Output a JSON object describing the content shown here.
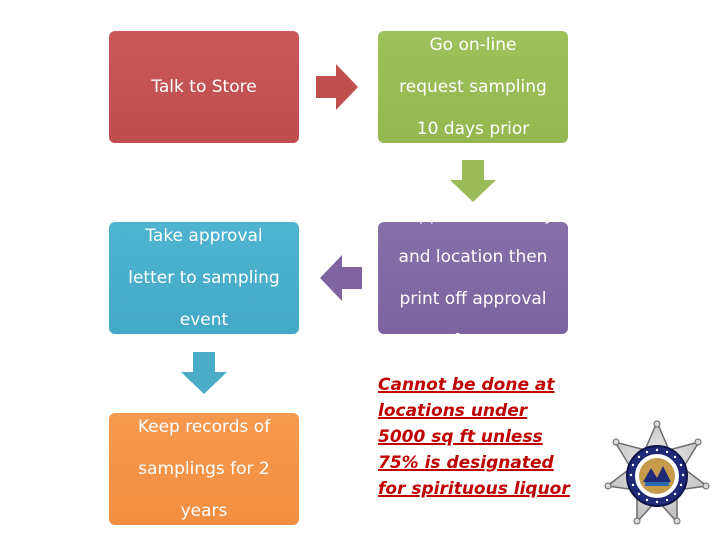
{
  "steps": {
    "talk_to_store": "Talk to Store",
    "go_online": [
      "Go on-line",
      "request sampling",
      "10 days prior"
    ],
    "if_approved": [
      "If approved for day",
      "and location then",
      "print off approval",
      "form"
    ],
    "take_approval": [
      "Take approval",
      "letter to sampling",
      "event"
    ],
    "keep_records": [
      "Keep records of",
      "samplings for 2",
      "years"
    ]
  },
  "note": {
    "lines": [
      "Cannot be done at",
      "locations under",
      "5000 sq ft unless",
      "75% is designated",
      "for spirituous liquor"
    ]
  },
  "badge": {
    "description_icon": "seven-point-star-badge-icon"
  },
  "colors": {
    "red_box": "#c0504d",
    "green_box": "#9bbb59",
    "purple_box": "#8064a2",
    "blue_box": "#4bacc6",
    "orange_box": "#f79646",
    "note_text": "#c00000",
    "badge_navy": "#1f2a78"
  }
}
